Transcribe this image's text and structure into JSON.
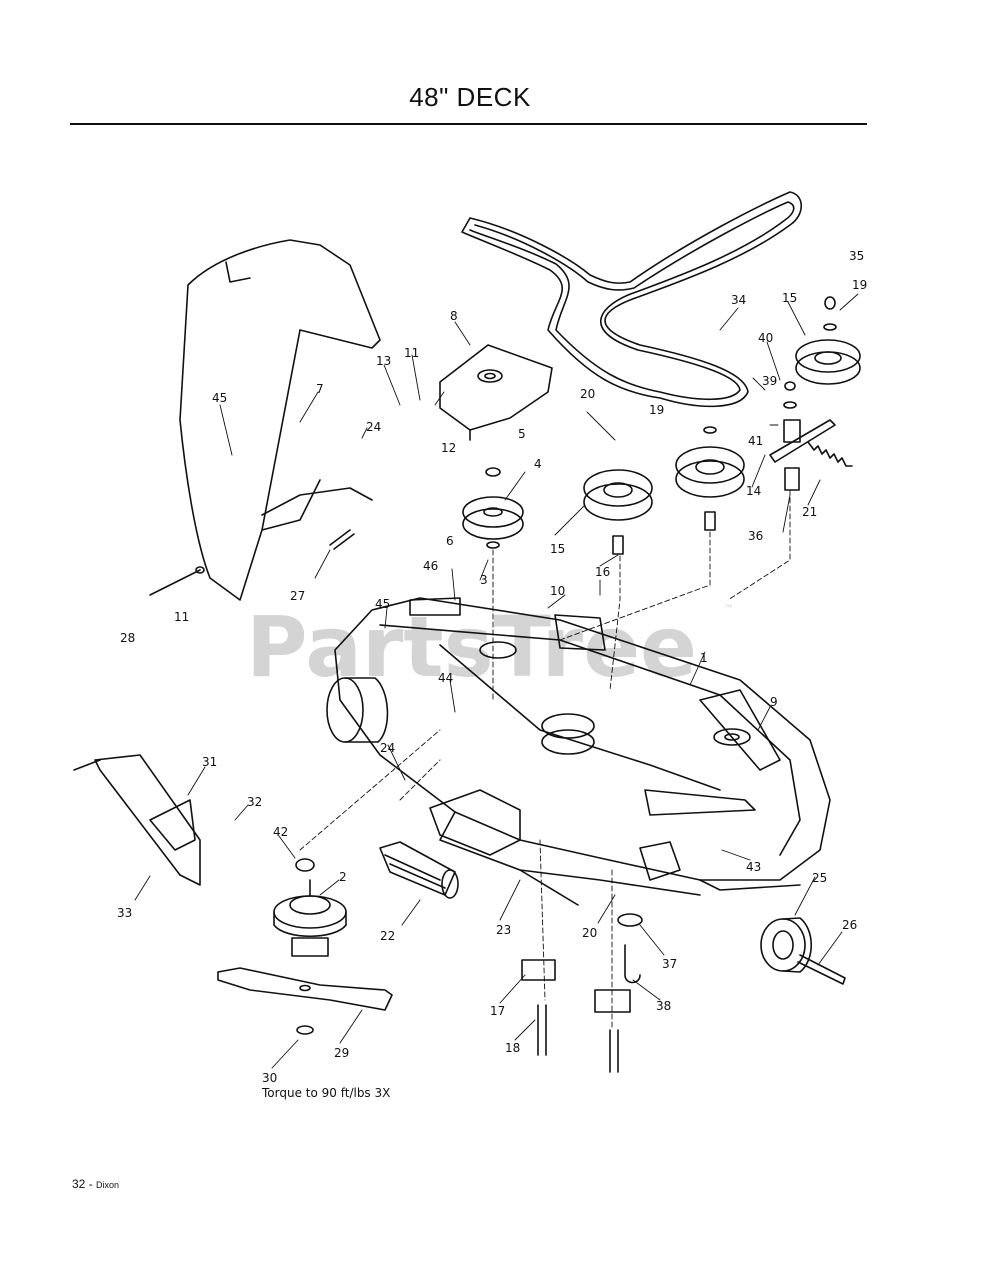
{
  "page_title": "48\" DECK",
  "watermark": {
    "text": "PartsTree",
    "trademark": "™"
  },
  "torque_note": "Torque to 90 ft/lbs 3X",
  "footer": {
    "page_number": "32",
    "separator": "-",
    "brand": "Dixon"
  },
  "callouts": [
    "1",
    "2",
    "3",
    "4",
    "5",
    "6",
    "7",
    "8",
    "9",
    "10",
    "11",
    "11",
    "12",
    "13",
    "14",
    "15",
    "15",
    "16",
    "17",
    "18",
    "19",
    "19",
    "20",
    "20",
    "21",
    "22",
    "23",
    "24",
    "24",
    "25",
    "26",
    "27",
    "28",
    "29",
    "30",
    "31",
    "32",
    "33",
    "34",
    "35",
    "36",
    "37",
    "38",
    "39",
    "40",
    "41",
    "42",
    "43",
    "44",
    "45",
    "45",
    "46"
  ]
}
